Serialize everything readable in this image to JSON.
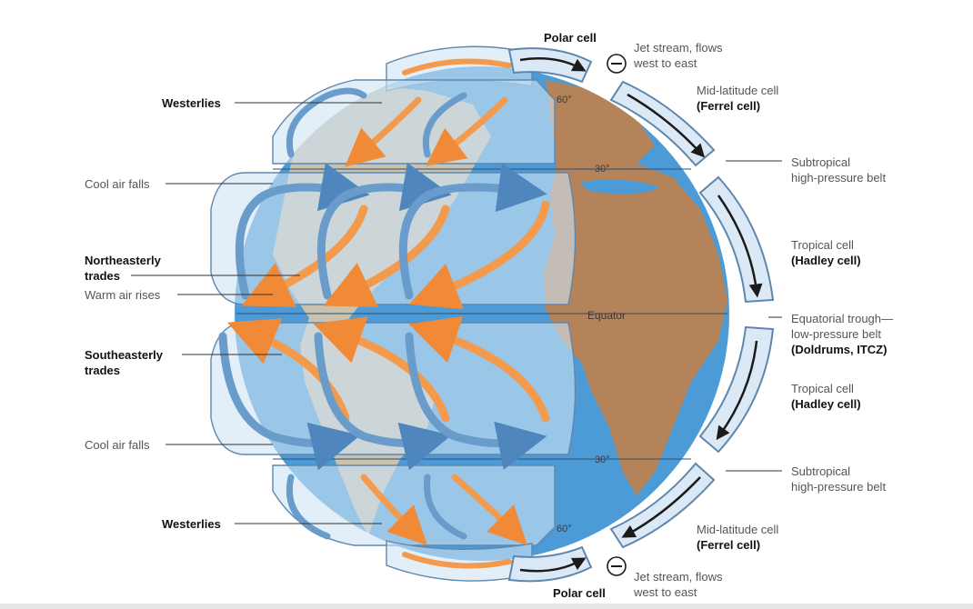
{
  "labels": {
    "polar_cell_top": "Polar cell",
    "jet_stream_top": [
      "Jet stream, flows",
      "west to east"
    ],
    "ferrel_top": [
      "Mid-latitude cell",
      "(Ferrel cell)"
    ],
    "subtropical_top": [
      "Subtropical",
      "high-pressure belt"
    ],
    "hadley_top": [
      "Tropical cell",
      "(Hadley cell)"
    ],
    "itcz": [
      "Equatorial trough—",
      "low-pressure belt",
      "(Doldrums, ITCZ)"
    ],
    "hadley_bottom": [
      "Tropical cell",
      "(Hadley cell)"
    ],
    "subtropical_bottom": [
      "Subtropical",
      "high-pressure belt"
    ],
    "ferrel_bottom": [
      "Mid-latitude cell",
      "(Ferrel cell)"
    ],
    "jet_stream_bottom": [
      "Jet stream, flows",
      "west to east"
    ],
    "polar_cell_bottom": "Polar cell",
    "westerlies_top": "Westerlies",
    "cool_air_falls_top": "Cool air falls",
    "ne_trades": [
      "Northeasterly",
      "trades"
    ],
    "warm_air_rises": "Warm air rises",
    "se_trades": [
      "Southeasterly",
      "trades"
    ],
    "cool_air_falls_bottom": "Cool air falls",
    "westerlies_bottom": "Westerlies",
    "equator": "Equator",
    "lat_60_n": "60°",
    "lat_30_n": "30°",
    "lat_30_s": "30°",
    "lat_60_s": "60°",
    "minus_symbol": "−"
  },
  "colors": {
    "ocean": "#4d9bd6",
    "land": "#b5835a",
    "land_under_band": "#c9c2ae",
    "band_fill": "#cfe2f3",
    "band_stroke": "#5f87ad",
    "arrow_blue": "#6a9ccb",
    "arrow_orange": "#f39a4c",
    "cell_ring": "#1b1b1b"
  },
  "icons": [
    "jet-stream-minus-icon",
    "cell-circulation-arrow-icon",
    "wind-arrow-icon"
  ]
}
